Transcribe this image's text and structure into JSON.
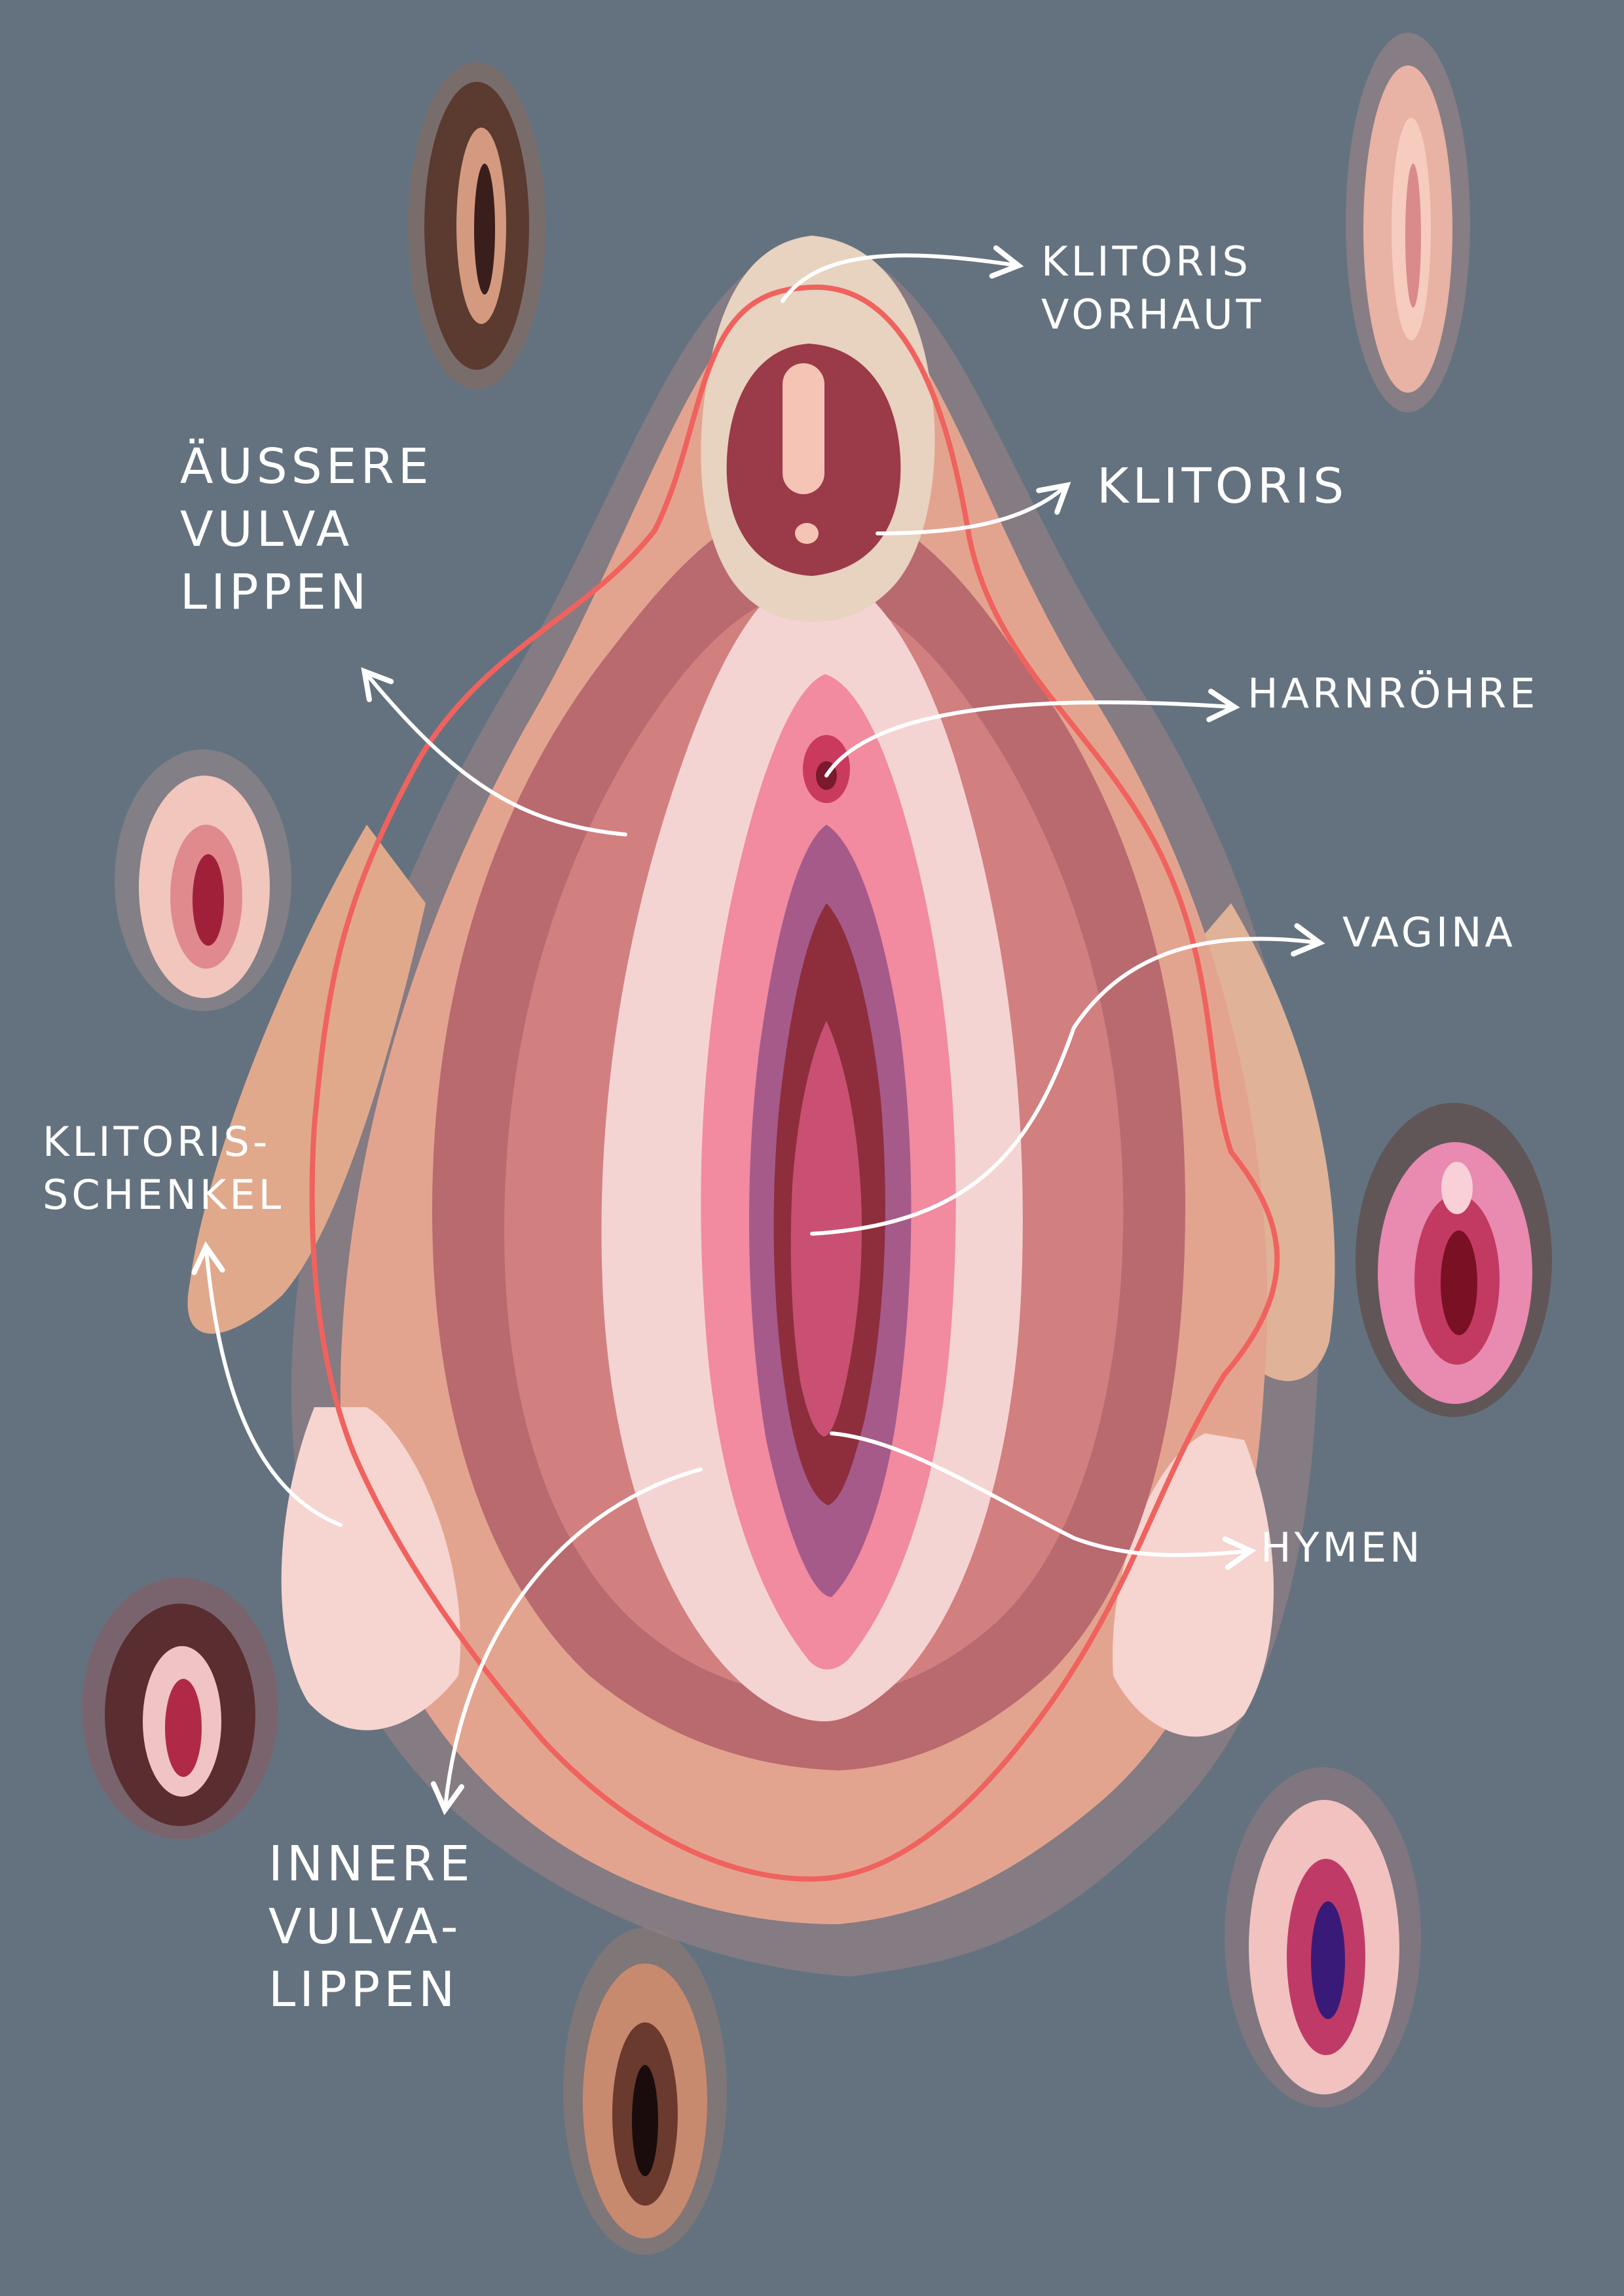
{
  "labels": {
    "klitoris_vorhaut": "Klitoris\nVorhaut",
    "klitoris": "Klitoris",
    "aeussere_vulvalippen": "Äußere\nVulva\nLippen",
    "harnroehre": "Harnröhre",
    "vagina": "Vagina",
    "klitorisschenkel": "Klitoris-\nschenkel",
    "hymen": "Hymen",
    "innere_vulvalippen": "Innere\nVulva-\nLippen"
  },
  "colors": {
    "background": "#64727f",
    "outer_lips": "#b86a6f",
    "inner_lips": "#f4d4d2",
    "vestibule": "#d9627f",
    "clitoris": "#9b3a48",
    "hood": "#e8d2c0",
    "nerve_line": "#f0625e",
    "label": "#ffffff"
  },
  "icons": [
    "arrow-icon"
  ]
}
